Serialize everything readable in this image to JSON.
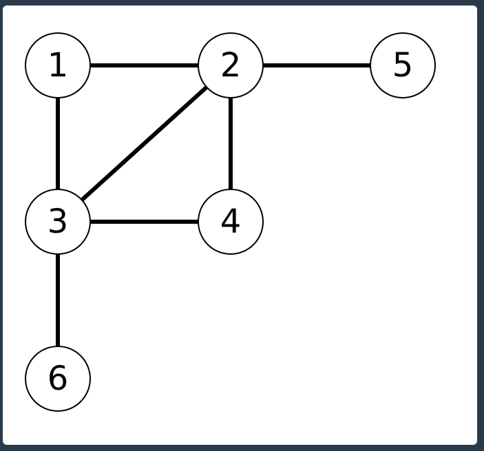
{
  "graph": {
    "nodes": [
      {
        "id": "1",
        "label": "1"
      },
      {
        "id": "2",
        "label": "2"
      },
      {
        "id": "3",
        "label": "3"
      },
      {
        "id": "4",
        "label": "4"
      },
      {
        "id": "5",
        "label": "5"
      },
      {
        "id": "6",
        "label": "6"
      }
    ],
    "edges": [
      {
        "from": "1",
        "to": "2"
      },
      {
        "from": "1",
        "to": "3"
      },
      {
        "from": "2",
        "to": "3"
      },
      {
        "from": "2",
        "to": "4"
      },
      {
        "from": "2",
        "to": "5"
      },
      {
        "from": "3",
        "to": "4"
      },
      {
        "from": "3",
        "to": "6"
      }
    ]
  },
  "colors": {
    "background": "#2b3a4a",
    "panel": "#ffffff",
    "stroke": "#000000"
  }
}
